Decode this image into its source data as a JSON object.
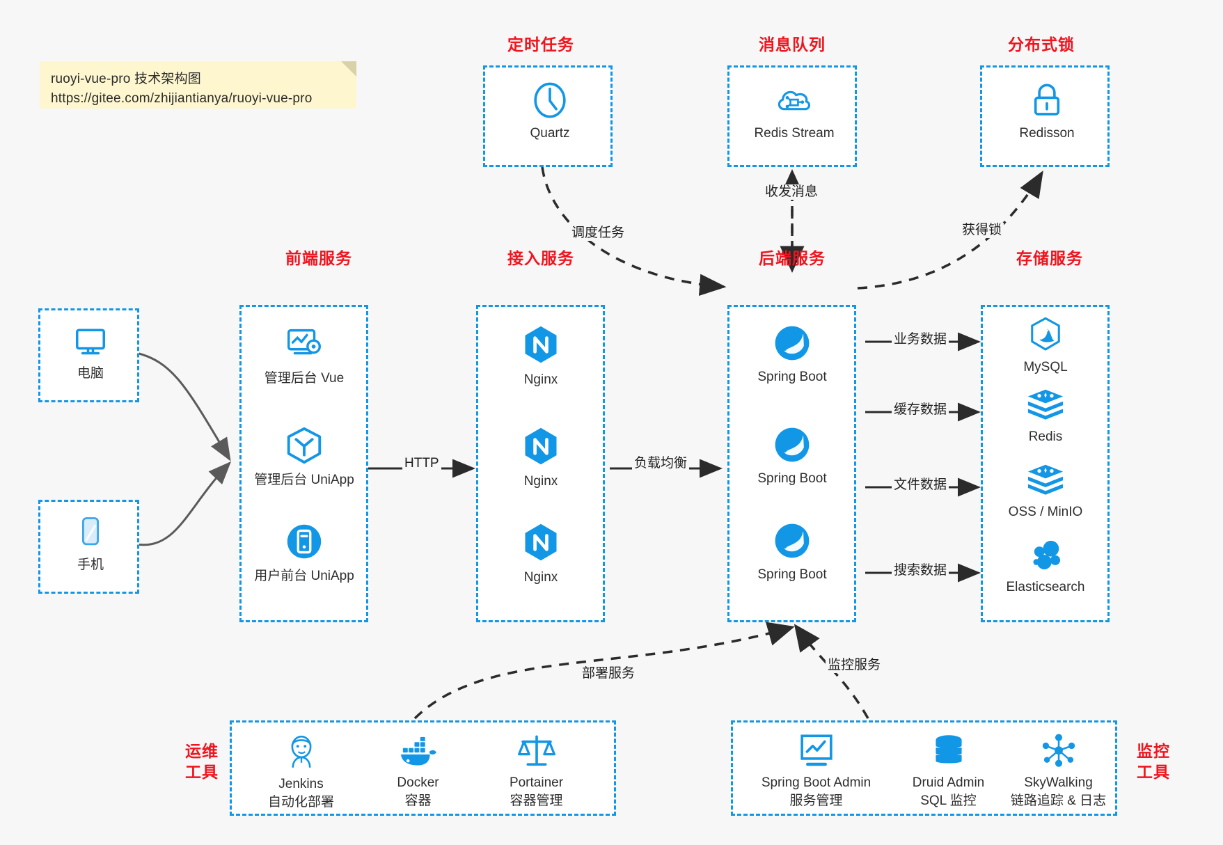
{
  "note": {
    "line1": "ruoyi-vue-pro 技术架构图",
    "line2": "https://gitee.com/zhijiantianya/ruoyi-vue-pro"
  },
  "colors": {
    "accent_blue": "#1296e6",
    "title_red": "#f0141e",
    "note_yellow": "#fdf6cf",
    "background": "#f7f7f7",
    "arrow_dark": "#2b2b2b"
  },
  "groups": {
    "scheduled_task": {
      "title": "定时任务",
      "items": [
        {
          "label": "Quartz",
          "icon": "clock-icon"
        }
      ]
    },
    "message_queue": {
      "title": "消息队列",
      "items": [
        {
          "label": "Redis Stream",
          "icon": "cloud-stream-icon"
        }
      ]
    },
    "distributed_lock": {
      "title": "分布式锁",
      "items": [
        {
          "label": "Redisson",
          "icon": "lock-icon"
        }
      ]
    },
    "clients": {
      "items": [
        {
          "label": "电脑",
          "icon": "desktop-icon"
        },
        {
          "label": "手机",
          "icon": "mobile-icon"
        }
      ]
    },
    "frontend": {
      "title": "前端服务",
      "items": [
        {
          "label": "管理后台 Vue",
          "icon": "dashboard-gear-icon"
        },
        {
          "label": "管理后台 UniApp",
          "icon": "uniapp-cube-icon"
        },
        {
          "label": "用户前台 UniApp",
          "icon": "app-circle-icon"
        }
      ]
    },
    "gateway": {
      "title": "接入服务",
      "items": [
        {
          "label": "Nginx",
          "icon": "nginx-icon"
        },
        {
          "label": "Nginx",
          "icon": "nginx-icon"
        },
        {
          "label": "Nginx",
          "icon": "nginx-icon"
        }
      ]
    },
    "backend": {
      "title": "后端服务",
      "items": [
        {
          "label": "Spring Boot",
          "icon": "spring-boot-icon"
        },
        {
          "label": "Spring Boot",
          "icon": "spring-boot-icon"
        },
        {
          "label": "Spring Boot",
          "icon": "spring-boot-icon"
        }
      ]
    },
    "storage": {
      "title": "存储服务",
      "items": [
        {
          "label": "MySQL",
          "icon": "mysql-icon"
        },
        {
          "label": "Redis",
          "icon": "redis-icon"
        },
        {
          "label": "OSS / MinIO",
          "icon": "oss-icon"
        },
        {
          "label": "Elasticsearch",
          "icon": "elasticsearch-icon"
        }
      ]
    },
    "devops": {
      "title_line1": "运维",
      "title_line2": "工具",
      "items": [
        {
          "name": "Jenkins",
          "desc": "自动化部署",
          "icon": "jenkins-icon"
        },
        {
          "name": "Docker",
          "desc": "容器",
          "icon": "docker-icon"
        },
        {
          "name": "Portainer",
          "desc": "容器管理",
          "icon": "portainer-scales-icon"
        }
      ]
    },
    "monitoring": {
      "title_line1": "监控",
      "title_line2": "工具",
      "items": [
        {
          "name": "Spring Boot Admin",
          "desc": "服务管理",
          "icon": "monitor-chart-icon"
        },
        {
          "name": "Druid Admin",
          "desc": "SQL 监控",
          "icon": "database-icon"
        },
        {
          "name": "SkyWalking",
          "desc": "链路追踪 & 日志",
          "icon": "skywalking-icon"
        }
      ]
    }
  },
  "edges": {
    "http": "HTTP",
    "load_balance": "负载均衡",
    "schedule_task": "调度任务",
    "send_receive_message": "收发消息",
    "acquire_lock": "获得锁",
    "business_data": "业务数据",
    "cache_data": "缓存数据",
    "file_data": "文件数据",
    "search_data": "搜索数据",
    "deploy_service": "部署服务",
    "monitor_service": "监控服务"
  }
}
